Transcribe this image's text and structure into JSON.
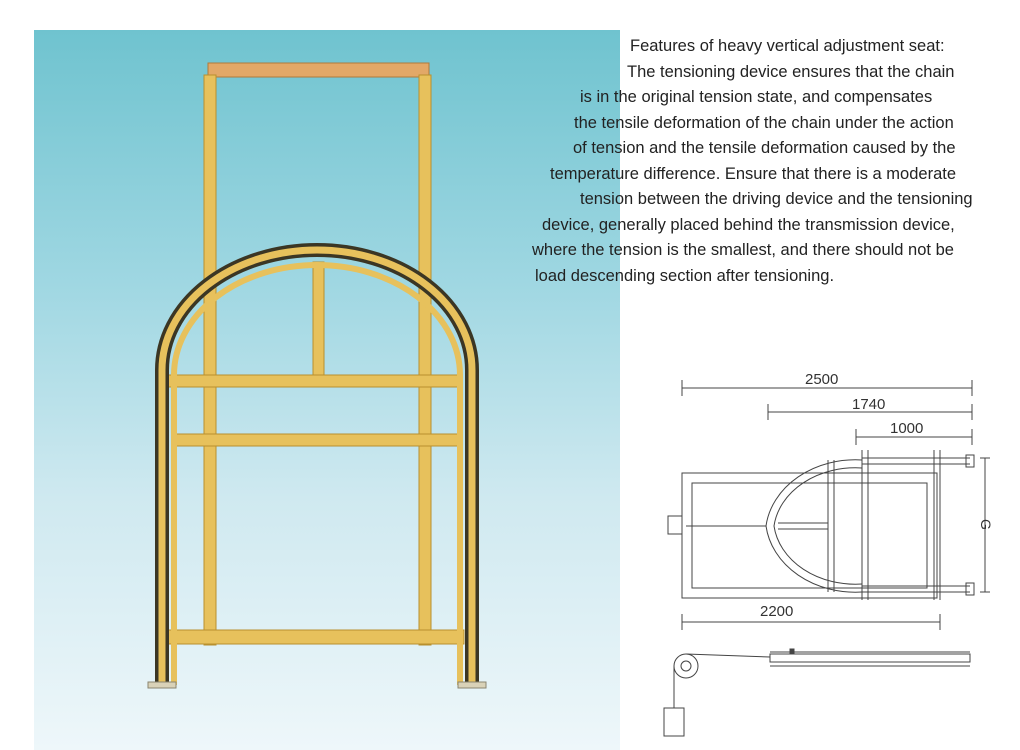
{
  "features": {
    "title": "Features of heavy vertical adjustment seat:",
    "lines": [
      "The tensioning device ensures that the chain",
      "is in the original tension state, and compensates",
      "the tensile deformation of the chain under the action",
      "of tension and the tensile deformation caused by the",
      "temperature difference. Ensure that there is a moderate",
      "tension between the driving device and the tensioning",
      "device, generally placed behind the transmission device,",
      "where the tension is the smallest, and there should not be",
      "load descending section after tensioning."
    ]
  },
  "drawing": {
    "dim_2500": "2500",
    "dim_1740": "1740",
    "dim_1000": "1000",
    "dim_2200": "2200",
    "dim_side": "G"
  },
  "colors": {
    "frame_yellow": "#e7c15c",
    "frame_shadow": "#b8902e",
    "rail_dark": "#3b3624",
    "photo_top": "#6fc3cf",
    "photo_bottom": "#eef7fa"
  }
}
